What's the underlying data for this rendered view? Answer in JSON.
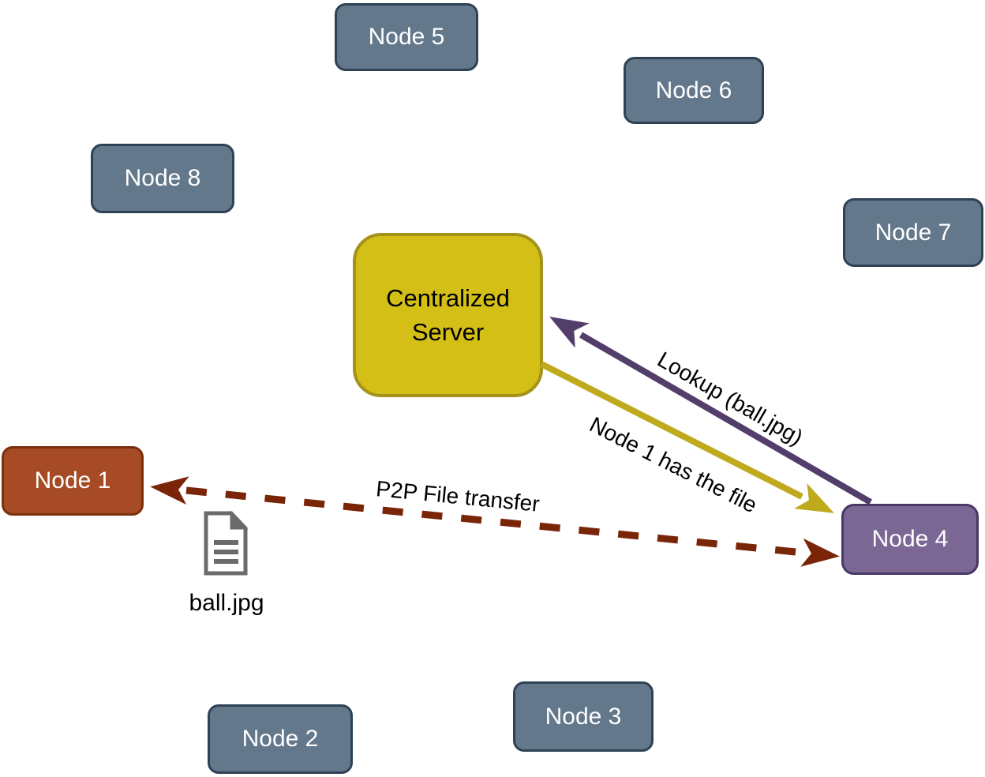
{
  "diagram": {
    "type": "network-diagram",
    "topic": "P2P file lookup via centralized server",
    "background": "#FFFFFF",
    "nodes": {
      "server": {
        "label": "Centralized Server",
        "fill": "#D4BF16",
        "border": "#A5921A",
        "text_color": "#000000"
      },
      "node1": {
        "label": "Node 1",
        "fill": "#A64B25",
        "border": "#7B2F0F",
        "text_color": "#FFFFFF"
      },
      "node2": {
        "label": "Node 2",
        "fill": "#64788C",
        "border": "#2F4255",
        "text_color": "#FFFFFF"
      },
      "node3": {
        "label": "Node 3",
        "fill": "#64788C",
        "border": "#2F4255",
        "text_color": "#FFFFFF"
      },
      "node4": {
        "label": "Node 4",
        "fill": "#7A6794",
        "border": "#4A3766",
        "text_color": "#FFFFFF"
      },
      "node5": {
        "label": "Node 5",
        "fill": "#64788C",
        "border": "#2F4255",
        "text_color": "#FFFFFF"
      },
      "node6": {
        "label": "Node 6",
        "fill": "#64788C",
        "border": "#2F4255",
        "text_color": "#FFFFFF"
      },
      "node7": {
        "label": "Node 7",
        "fill": "#64788C",
        "border": "#2F4255",
        "text_color": "#FFFFFF"
      },
      "node8": {
        "label": "Node 8",
        "fill": "#64788C",
        "border": "#2F4255",
        "text_color": "#FFFFFF"
      }
    },
    "edges": {
      "lookup": {
        "label": "Lookup (ball.jpg)",
        "from": "Node 4",
        "to": "Centralized Server",
        "color": "#533E6B",
        "style": "solid",
        "direction": "one-way"
      },
      "response": {
        "label": "Node 1 has the file",
        "from": "Centralized Server",
        "to": "Node 4",
        "color": "#BFA91C",
        "style": "solid",
        "direction": "one-way"
      },
      "p2p": {
        "label": "P2P File transfer",
        "from": "Node 4",
        "to": "Node 1",
        "color": "#7A2508",
        "style": "dashed",
        "direction": "two-way"
      }
    },
    "file": {
      "label": "ball.jpg",
      "icon": "document-icon",
      "icon_color": "#6B6B6B"
    }
  }
}
